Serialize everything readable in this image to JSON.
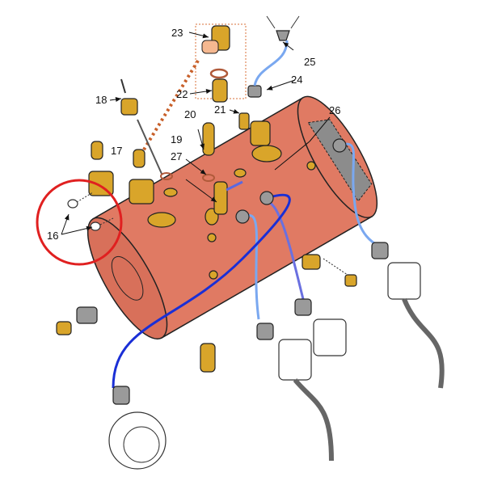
{
  "diagram": {
    "part_labels": [
      "16",
      "17",
      "18",
      "19",
      "20",
      "21",
      "22",
      "23",
      "24",
      "25",
      "26",
      "27"
    ],
    "highlight_part": "16",
    "colors": {
      "boiler": "#e07a63",
      "brass": "#d9a52a",
      "highlight_circle": "#e02020",
      "tube_light": "#7aa8f0",
      "tube_dark": "#1a2fd6",
      "dotted_link": "#d9703a"
    }
  }
}
